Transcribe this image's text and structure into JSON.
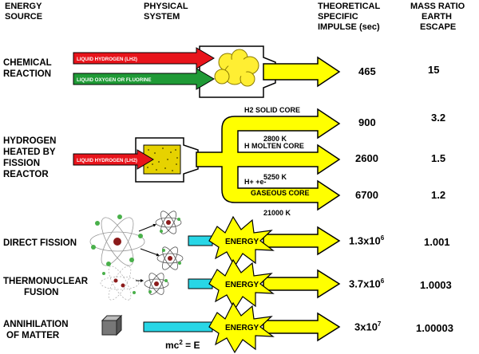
{
  "headers": {
    "energy_source": [
      "ENERGY",
      "SOURCE"
    ],
    "physical_system": [
      "PHYSICAL",
      "SYSTEM"
    ],
    "impulse": [
      "THEORETICAL",
      "SPECIFIC",
      "IMPULSE (sec)"
    ],
    "mass_ratio": [
      "MASS RATIO",
      "EARTH",
      "ESCAPE"
    ]
  },
  "rows": {
    "chemical": {
      "source": [
        "CHEMICAL",
        "REACTION"
      ],
      "impulse": "465",
      "mass_ratio": "15",
      "arrow1": "LIQUID HYDROGEN (LH2)",
      "arrow2": "LIQUID OXYGEN OR FLUORINE"
    },
    "fission_reactor": {
      "source": [
        "HYDROGEN",
        "HEATED BY",
        "FISSION",
        "REACTOR"
      ],
      "arrow_in": "LIQUID HYDROGEN (LH2)",
      "branches": [
        {
          "core": "H2 SOLID CORE",
          "temp": "2800 K",
          "impulse": "900",
          "mass_ratio": "3.2"
        },
        {
          "core": "H MOLTEN CORE",
          "temp": "5250 K",
          "impulse": "2600",
          "mass_ratio": "1.5"
        },
        {
          "core": "GASEOUS CORE",
          "ions": "H+  +e-",
          "temp": "21000 K",
          "impulse": "6700",
          "mass_ratio": "1.2"
        }
      ]
    },
    "direct_fission": {
      "source": [
        "DIRECT FISSION"
      ],
      "impulse_base": "1.3x10",
      "impulse_exp": "6",
      "mass_ratio": "1.001",
      "burst": "ENERGY"
    },
    "thermonuclear": {
      "source": [
        "THERMONUCLEAR",
        "FUSION"
      ],
      "impulse_base": "3.7x10",
      "impulse_exp": "6",
      "mass_ratio": "1.0003",
      "burst": "ENERGY"
    },
    "annihilation": {
      "source": [
        "ANNIHILATION",
        "OF MATTER"
      ],
      "impulse_base": "3x10",
      "impulse_exp": "7",
      "mass_ratio": "1.00003",
      "burst": "ENERGY",
      "equation_base": "mc",
      "equation_exp": "2",
      "equation_rest": " = E"
    }
  },
  "colors": {
    "yellow": "#ffff00",
    "red": "#e8141b",
    "green": "#1f9a36",
    "cyan": "#28d6e6",
    "nucleus": "#8b1a1a",
    "particle": "#49b04a"
  }
}
